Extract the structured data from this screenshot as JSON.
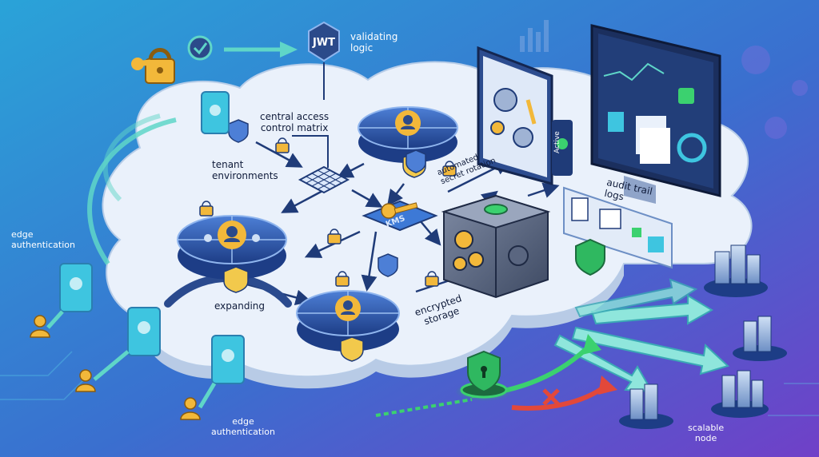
{
  "labels": {
    "validating_logic": "validating\nlogic",
    "jwt": "JWT",
    "central_access": "central access\ncontrol matrix",
    "tenant_environments": "tenant\nenvironments",
    "edge_auth_left": "edge\nauthentication",
    "edge_auth_bottom": "edge\nauthentication",
    "expanding": "expanding",
    "kms": "KMS",
    "automated_secret_rotation": "automated\nsecret rotation",
    "active": "Active",
    "audit_trail_logs": "audit trail\nlogs",
    "encrypted_storage": "encrypted\nstorage",
    "scalable_node": "scalable\nnode"
  },
  "colors": {
    "bg_left": "#2f8fd0",
    "bg_right": "#6a46c8",
    "cloud": "#eef3fb",
    "teal": "#5fd6c8",
    "green": "#3bd16f",
    "red": "#e2483a",
    "gold": "#f2b83a",
    "navy": "#1f3b78",
    "cyan": "#3ec5e0"
  },
  "icons": [
    "padlock-icon",
    "checkmark-icon",
    "jwt-token-icon",
    "shield-icon",
    "key-icon",
    "user-icon",
    "vault-icon",
    "gear-icon",
    "monitor-icon",
    "server-stack-icon",
    "document-icon",
    "phone-icon"
  ]
}
